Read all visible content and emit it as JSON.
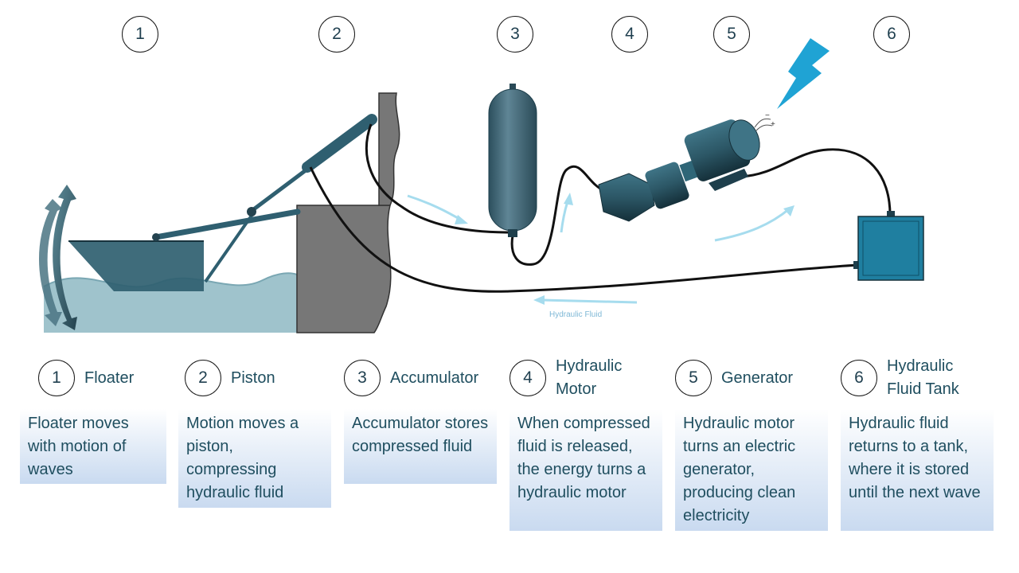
{
  "top_numbers": [
    "1",
    "2",
    "3",
    "4",
    "5",
    "6"
  ],
  "flow_label": "Hydraulic Fluid",
  "colors": {
    "water": "#9fc3cc",
    "water_dark": "#7aa7b3",
    "teal_part": "#2f5f70",
    "teal_dark": "#1e3f4c",
    "wall": "#777777",
    "lightning": "#1fa3d4",
    "tank": "#1f7fa0",
    "text": "#1f4e5f",
    "flow_arrow": "#a6dcee"
  },
  "steps": [
    {
      "num": "1",
      "title": "Floater",
      "desc": "Floater moves with motion of waves"
    },
    {
      "num": "2",
      "title": "Piston",
      "desc": "Motion moves a piston, compressing hydraulic fluid"
    },
    {
      "num": "3",
      "title": "Accumulator",
      "desc": "Accumulator stores compressed fluid"
    },
    {
      "num": "4",
      "title": "Hydraulic\nMotor",
      "desc": "When compressed fluid is released, the energy turns a hydraulic motor"
    },
    {
      "num": "5",
      "title": "Generator",
      "desc": "Hydraulic motor turns an electric generator, producing clean electricity"
    },
    {
      "num": "6",
      "title": "Hydraulic\nFluid Tank",
      "desc": "Hydraulic fluid returns to a tank, where it is stored until the next wave"
    }
  ]
}
